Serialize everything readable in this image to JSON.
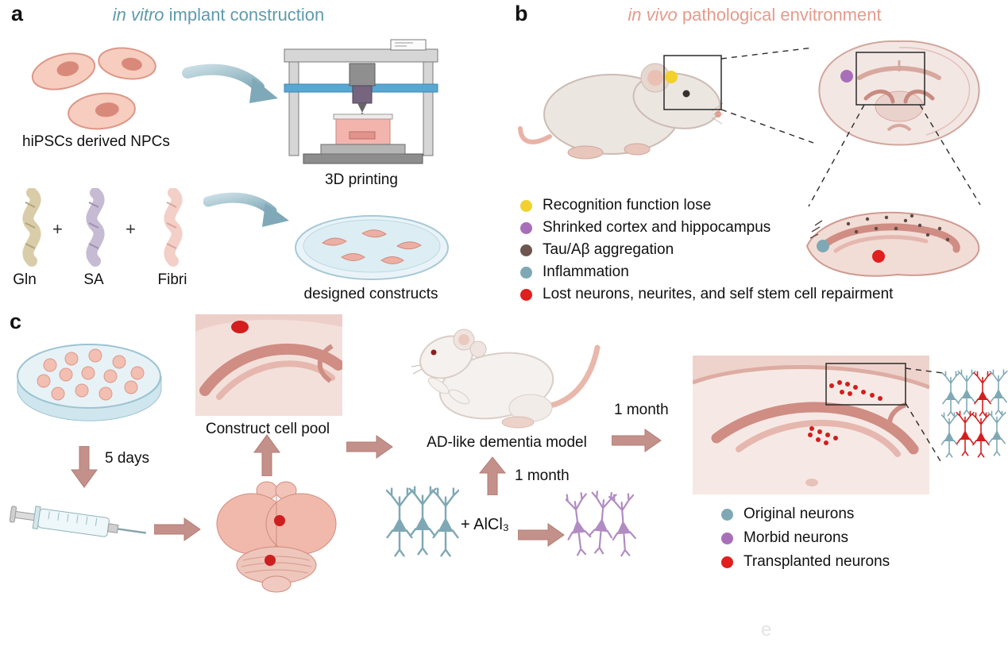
{
  "page": {
    "watermark": "e"
  },
  "colors": {
    "teal_arrow": "#8fb3c0",
    "rose_arrow": "#c4908a",
    "panel_a_title": "#5f9bad",
    "panel_b_title": "#e59b8c",
    "red_marker": "#d41d1d",
    "blue_neuron": "#7fa8b5",
    "purple_neuron": "#b18cc2"
  },
  "panel_a": {
    "label": "a",
    "title_color": "#5f9bad",
    "title": {
      "italic": "in vitro",
      "rest": " implant construction"
    },
    "npc_label": "hiPSCs derived NPCs",
    "printing_label": "3D printing",
    "materials": {
      "m1": "Gln",
      "plus1": "+",
      "m2": "SA",
      "plus2": "+",
      "m3": "Fibri"
    },
    "constructs_label": "designed constructs"
  },
  "panel_b": {
    "label": "b",
    "title_color": "#e59b8c",
    "title": {
      "italic": "in vivo",
      "rest": " pathological envitronment"
    },
    "legend": [
      {
        "color": "#f2d12e",
        "text": "Recognition function lose"
      },
      {
        "color": "#a86fb8",
        "text": "Shrinked cortex and hippocampus"
      },
      {
        "color": "#6d5550",
        "text": "Tau/Aβ aggregation"
      },
      {
        "color": "#7fa8b5",
        "text": "Inflammation"
      },
      {
        "color": "#e01f1f",
        "text": "Lost neurons, neurites, and self stem cell repairment"
      }
    ]
  },
  "panel_c": {
    "label": "c",
    "five_days": "5 days",
    "cell_pool_label": "Construct cell pool",
    "model_label": "AD-like dementia model",
    "month_up": "1 month",
    "alcl3": "+ AlCl₃",
    "month_right": "1 month",
    "legend": [
      {
        "color": "#7fa8b5",
        "text": "Original neurons"
      },
      {
        "color": "#a86fb8",
        "text": "Morbid neurons"
      },
      {
        "color": "#e01f1f",
        "text": "Transplanted neurons"
      }
    ]
  }
}
